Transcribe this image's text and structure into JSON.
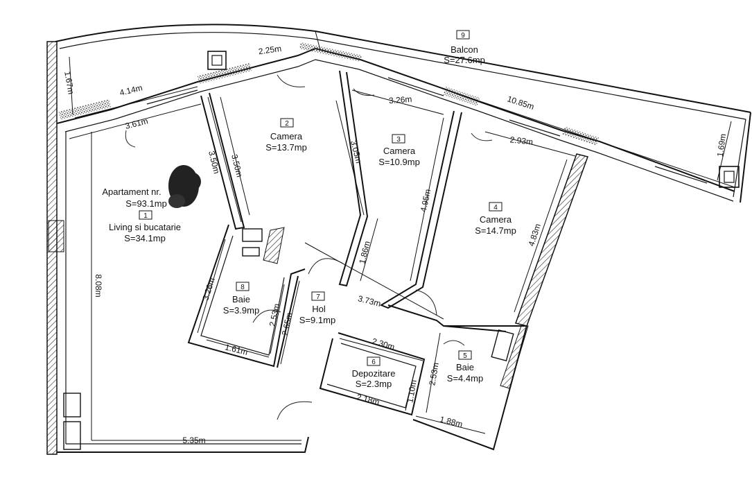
{
  "rooms": [
    {
      "number": "9",
      "name": "Balcon",
      "area": "S=27.6mp"
    },
    {
      "number": "2",
      "name": "Camera",
      "area": "S=13.7mp"
    },
    {
      "number": "3",
      "name": "Camera",
      "area": "S=10.9mp"
    },
    {
      "number": "4",
      "name": "Camera",
      "area": "S=14.7mp"
    },
    {
      "number": "1",
      "name": "Living si bucatarie",
      "area": "S=34.1mp"
    },
    {
      "number": "8",
      "name": "Baie",
      "area": "S=3.9mp"
    },
    {
      "number": "7",
      "name": "Hol",
      "area": "S=9.1mp"
    },
    {
      "number": "6",
      "name": "Depozitare",
      "area": "S=2.3mp"
    },
    {
      "number": "5",
      "name": "Baie",
      "area": "S=4.4mp"
    }
  ],
  "apartment": {
    "label": "Apartament nr.",
    "area": "S=93.1mp"
  },
  "dimensions": [
    "2.25m",
    "1.67m",
    "4.14m",
    "3.61m",
    "3.50m",
    "3.50m",
    "3.26m",
    "3.05m",
    "10.85m",
    "2.93m",
    "1.69m",
    "4.95m",
    "4.83m",
    "1.86m",
    "3.73m",
    "3.26m",
    "2.53m",
    "2.65m",
    "1.61m",
    "8.08m",
    "2.30m",
    "1.10m",
    "2.18m",
    "2.53m",
    "1.88m",
    "5.35m"
  ]
}
